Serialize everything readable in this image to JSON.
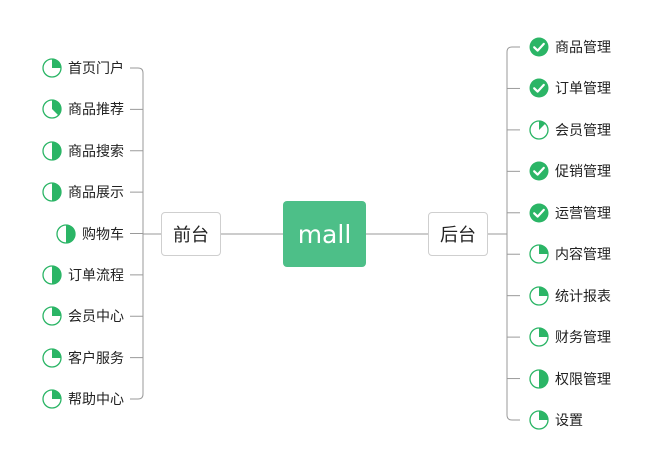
{
  "colors": {
    "accent": "#2bb566",
    "root_fill": "#4dbf88",
    "line": "#9a9a9a"
  },
  "root": {
    "label": "mall"
  },
  "left_branch": {
    "label": "前台",
    "items": [
      {
        "label": "首页门户",
        "progress": 0.25
      },
      {
        "label": "商品推荐",
        "progress": 0.375
      },
      {
        "label": "商品搜索",
        "progress": 0.5
      },
      {
        "label": "商品展示",
        "progress": 0.5
      },
      {
        "label": "购物车",
        "progress": 0.5
      },
      {
        "label": "订单流程",
        "progress": 0.5
      },
      {
        "label": "会员中心",
        "progress": 0.25
      },
      {
        "label": "客户服务",
        "progress": 0.25
      },
      {
        "label": "帮助中心",
        "progress": 0.25
      }
    ]
  },
  "right_branch": {
    "label": "后台",
    "items": [
      {
        "label": "商品管理",
        "progress": 1
      },
      {
        "label": "订单管理",
        "progress": 1
      },
      {
        "label": "会员管理",
        "progress": 0.125
      },
      {
        "label": "促销管理",
        "progress": 1
      },
      {
        "label": "运营管理",
        "progress": 1
      },
      {
        "label": "内容管理",
        "progress": 0.25
      },
      {
        "label": "统计报表",
        "progress": 0.25
      },
      {
        "label": "财务管理",
        "progress": 0.25
      },
      {
        "label": "权限管理",
        "progress": 0.5
      },
      {
        "label": "设置",
        "progress": 0.25
      }
    ]
  }
}
